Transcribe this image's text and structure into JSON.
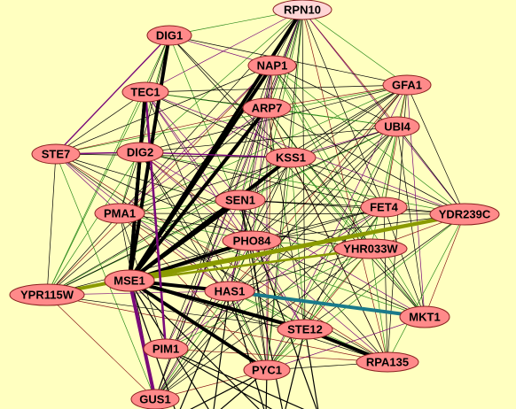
{
  "graph": {
    "background": "#ffffc0",
    "node_fill": "#ff8a8a",
    "node_highlight": "#ffd6d6",
    "node_stroke": "#8a2020",
    "edge_colors": {
      "default": "#000000",
      "green": "#2e8b1e",
      "olive": "#8a9a00",
      "purple": "#7a0a7a",
      "brown": "#8b1a1a",
      "teal": "#1a7a8a"
    },
    "nodes": [
      {
        "id": "RPN10",
        "label": "RPN10"
      },
      {
        "id": "DIG1",
        "label": "DIG1"
      },
      {
        "id": "NAP1",
        "label": "NAP1"
      },
      {
        "id": "GFA1",
        "label": "GFA1"
      },
      {
        "id": "TEC1",
        "label": "TEC1"
      },
      {
        "id": "ARP7",
        "label": "ARP7"
      },
      {
        "id": "UBI4",
        "label": "UBI4"
      },
      {
        "id": "STE7",
        "label": "STE7"
      },
      {
        "id": "DIG2",
        "label": "DIG2"
      },
      {
        "id": "KSS1",
        "label": "KSS1"
      },
      {
        "id": "SEN1",
        "label": "SEN1"
      },
      {
        "id": "FET4",
        "label": "FET4"
      },
      {
        "id": "YDR239C",
        "label": "YDR239C"
      },
      {
        "id": "PMA1",
        "label": "PMA1"
      },
      {
        "id": "PHO84",
        "label": "PHO84"
      },
      {
        "id": "YHR033W",
        "label": "YHR033W"
      },
      {
        "id": "YPR115W",
        "label": "YPR115W"
      },
      {
        "id": "MSE1",
        "label": "MSE1"
      },
      {
        "id": "HAS1",
        "label": "HAS1"
      },
      {
        "id": "MKT1",
        "label": "MKT1"
      },
      {
        "id": "STE12",
        "label": "STE12"
      },
      {
        "id": "PIM1",
        "label": "PIM1"
      },
      {
        "id": "RPA135",
        "label": "RPA135"
      },
      {
        "id": "PYC1",
        "label": "PYC1"
      },
      {
        "id": "GUS1",
        "label": "GUS1"
      }
    ],
    "highlighted_edges": [
      {
        "source": "MSE1",
        "target": "RPN10",
        "color": "default",
        "weight": "heavy"
      },
      {
        "source": "MSE1",
        "target": "NAP1",
        "color": "default",
        "weight": "heavy"
      },
      {
        "source": "MSE1",
        "target": "ARP7",
        "color": "default",
        "weight": "heavy"
      },
      {
        "source": "MSE1",
        "target": "SEN1",
        "color": "default",
        "weight": "heavy"
      },
      {
        "source": "MSE1",
        "target": "KSS1",
        "color": "default",
        "weight": "heavy"
      },
      {
        "source": "MSE1",
        "target": "DIG1",
        "color": "default",
        "weight": "heavy"
      },
      {
        "source": "MSE1",
        "target": "TEC1",
        "color": "default",
        "weight": "heavy"
      },
      {
        "source": "MSE1",
        "target": "STE12",
        "color": "default",
        "weight": "heavy"
      },
      {
        "source": "MSE1",
        "target": "HAS1",
        "color": "default",
        "weight": "heavy"
      },
      {
        "source": "MSE1",
        "target": "PHO84",
        "color": "default",
        "weight": "heavy"
      },
      {
        "source": "MSE1",
        "target": "PYC1",
        "color": "default",
        "weight": "heavy"
      },
      {
        "source": "MSE1",
        "target": "YDR239C",
        "color": "olive",
        "weight": "heavy"
      },
      {
        "source": "MSE1",
        "target": "YHR033W",
        "color": "olive",
        "weight": "medium"
      },
      {
        "source": "YPR115W",
        "target": "YDR239C",
        "color": "olive",
        "weight": "heavy"
      },
      {
        "source": "MSE1",
        "target": "GUS1",
        "color": "purple",
        "weight": "heavy"
      },
      {
        "source": "TEC1",
        "target": "PIM1",
        "color": "purple",
        "weight": "medium"
      },
      {
        "source": "HAS1",
        "target": "MKT1",
        "color": "teal",
        "weight": "heavy"
      },
      {
        "source": "STE7",
        "target": "DIG2",
        "color": "purple",
        "weight": "thin"
      },
      {
        "source": "DIG2",
        "target": "KSS1",
        "color": "purple",
        "weight": "thin"
      },
      {
        "source": "DIG1",
        "target": "STE7",
        "color": "purple",
        "weight": "thin"
      },
      {
        "source": "TEC1",
        "target": "MSE1",
        "color": "default",
        "weight": "heavy"
      },
      {
        "source": "STE12",
        "target": "RPA135",
        "color": "default",
        "weight": "heavy"
      },
      {
        "source": "MSE1",
        "target": "STE12",
        "color": "default",
        "weight": "heavy"
      }
    ]
  }
}
